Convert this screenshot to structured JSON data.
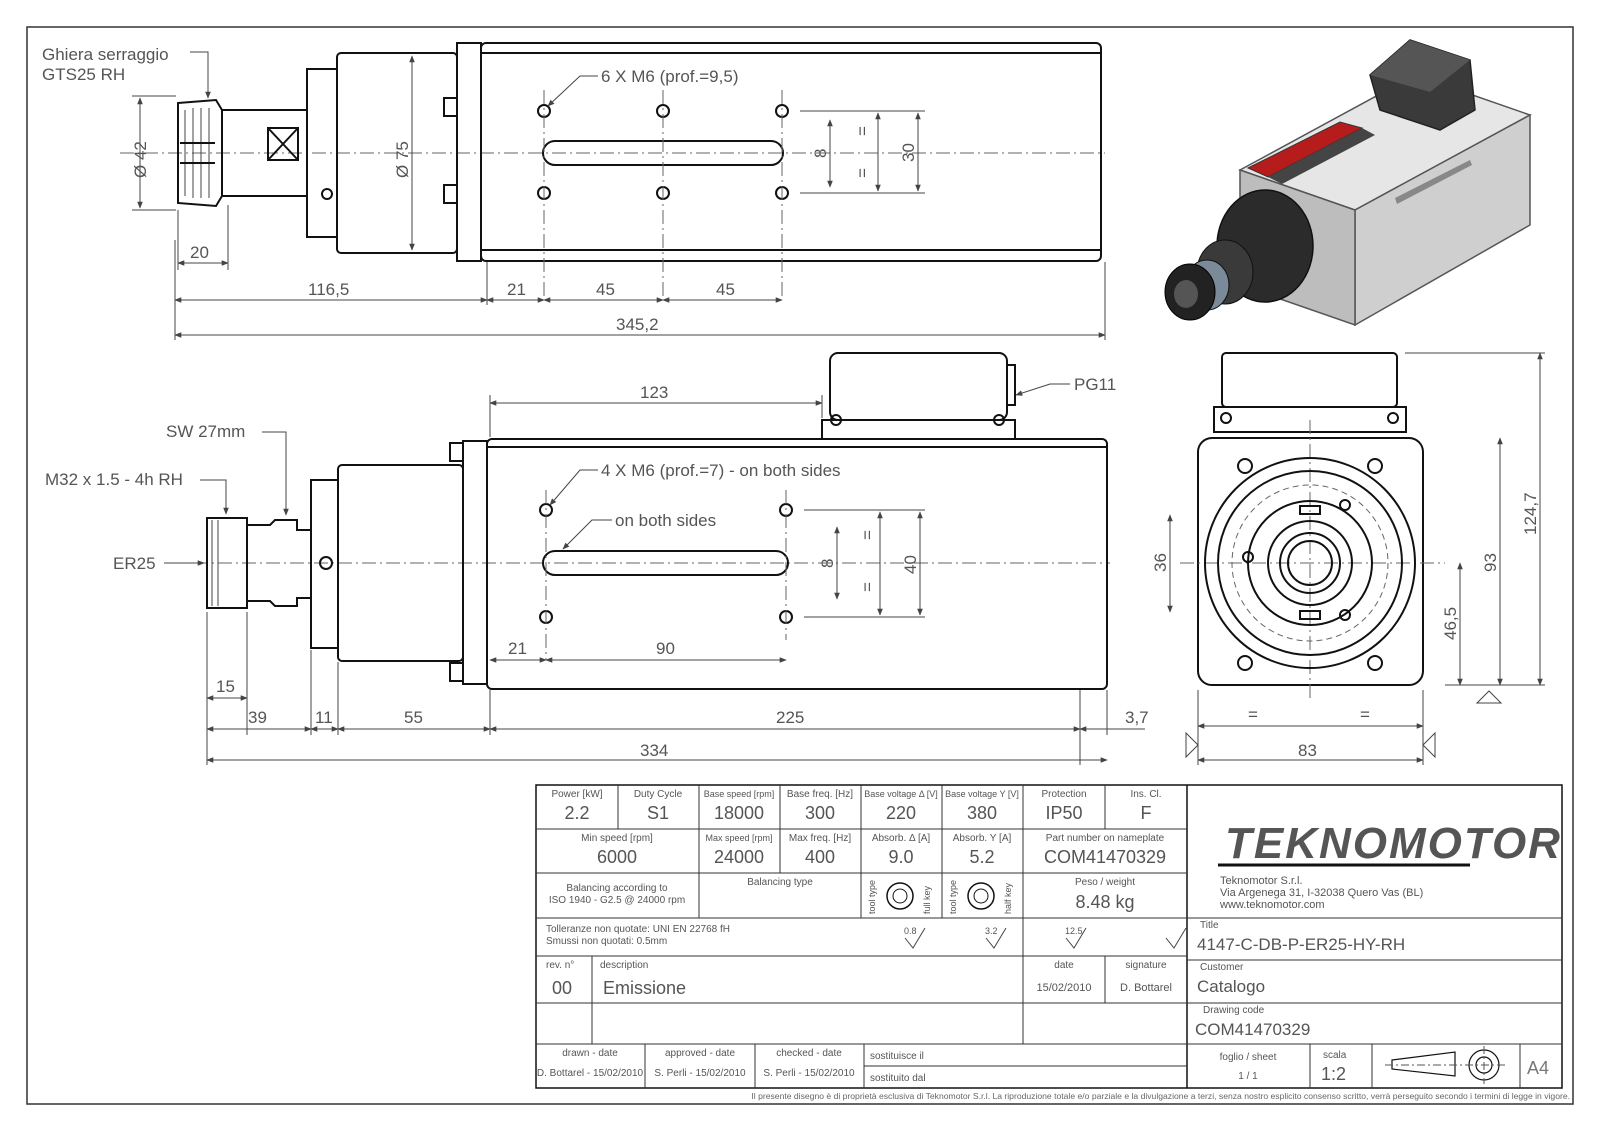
{
  "top_view": {
    "labels": {
      "collet_nut_line1": "Ghiera serraggio",
      "collet_nut_line2": "GTS25 RH",
      "holes": "6 X M6 (prof.=9,5)"
    },
    "dims": {
      "d42": "Ø 42",
      "d75": "Ø 75",
      "eq1": "=",
      "eq2": "=",
      "d8": "8",
      "d30": "30",
      "d20": "20",
      "d116": "116,5",
      "d21": "21",
      "d45a": "45",
      "d45b": "45",
      "d345": "345,2"
    }
  },
  "side_view": {
    "labels": {
      "pg": "PG11",
      "sw": "SW 27mm",
      "thread": "M32 x 1.5 - 4h RH",
      "er": "ER25",
      "holes": "4 X M6 (prof.=7) - on both sides",
      "slot": "on both sides"
    },
    "dims": {
      "d123": "123",
      "eq1": "=",
      "eq2": "=",
      "d8": "8",
      "d40": "40",
      "d21": "21",
      "d90": "90",
      "d15": "15",
      "d39": "39",
      "d11": "11",
      "d55": "55",
      "d225": "225",
      "d37": "3,7",
      "d334": "334"
    }
  },
  "front_view": {
    "dims": {
      "d36": "36",
      "d465": "46,5",
      "d93": "93",
      "d1247": "124,7",
      "eq1": "=",
      "eq2": "=",
      "d83": "83"
    }
  },
  "title_block": {
    "specs": [
      {
        "label": "Power [kW]",
        "value": "2.2"
      },
      {
        "label": "Duty Cycle",
        "value": "S1"
      },
      {
        "label": "Base speed [rpm]",
        "value": "18000"
      },
      {
        "label": "Base freq. [Hz]",
        "value": "300"
      },
      {
        "label": "Base voltage Δ [V]",
        "value": "220"
      },
      {
        "label": "Base voltage Y [V]",
        "value": "380"
      },
      {
        "label": "Protection",
        "value": "IP50"
      },
      {
        "label": "Ins. Cl.",
        "value": "F"
      }
    ],
    "specs2": [
      {
        "label": "Min speed [rpm]",
        "value": "6000"
      },
      {
        "label": "Max speed [rpm]",
        "value": "24000"
      },
      {
        "label": "Max freq. [Hz]",
        "value": "400"
      },
      {
        "label": "Absorb. Δ [A]",
        "value": "9.0"
      },
      {
        "label": "Absorb. Y [A]",
        "value": "5.2"
      },
      {
        "label": "Part number on nameplate",
        "value": "COM41470329"
      }
    ],
    "balancing_line1": "Balancing according to",
    "balancing_line2": "ISO 1940 - G2.5 @ 24000 rpm",
    "balancing_type": "Balancing type",
    "tool_type": "tool type",
    "full_key": "full key",
    "half_key": "half key",
    "weight_label": "Peso / weight",
    "weight_value": "8.48 kg",
    "tolerance_line1": "Tolleranze non quotate: UNI EN 22768 fH",
    "tolerance_line2": "Smussi non quotati: 0.5mm",
    "roughness": [
      "0.8",
      "3.2",
      "12.5"
    ],
    "rev_label": "rev. n°",
    "rev_value": "00",
    "desc_label": "description",
    "desc_value": "Emissione",
    "date_label": "date",
    "date_value": "15/02/2010",
    "sig_label": "signature",
    "sig_value": "D. Bottarel",
    "drawn_label": "drawn - date",
    "drawn_value": "D. Bottarel - 15/02/2010",
    "approved_label": "approved - date",
    "approved_value": "S. Perli - 15/02/2010",
    "checked_label": "checked - date",
    "checked_value": "S. Perli - 15/02/2010",
    "replaces": "sostituisce il",
    "replaced_by": "sostituito dal",
    "company": {
      "logo": "TEKNOMOTOR",
      "name": "Teknomotor S.r.l.",
      "address": "Via Argenega 31, I-32038 Quero Vas (BL)",
      "web": "www.teknomotor.com"
    },
    "title_label": "Title",
    "title_value": "4147-C-DB-P-ER25-HY-RH",
    "customer_label": "Customer",
    "customer_value": "Catalogo",
    "code_label": "Drawing code",
    "code_value": "COM41470329",
    "sheet_label": "foglio / sheet",
    "sheet_value": "1 / 1",
    "scale_label": "scala",
    "scale_value": "1:2",
    "format": "A4",
    "footer": "Il presente disegno è di proprietà esclusiva di Teknomotor S.r.l. La riproduzione totale e/o parziale e la divulgazione a terzi, senza nostro esplicito consenso scritto, verrà perseguito secondo i termini di legge in vigore."
  }
}
